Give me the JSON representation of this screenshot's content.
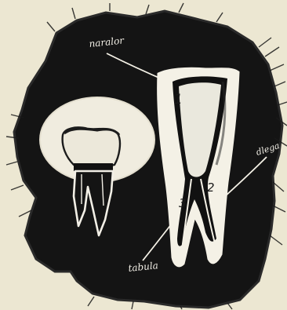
{
  "diagram": {
    "labels": {
      "top": "naralor",
      "right": "dlega",
      "bottom": "tabula"
    },
    "numbers": {
      "one": "1",
      "two": "2",
      "three": "3"
    },
    "colors": {
      "paper": "#ece7d2",
      "ink": "#1c1c1c",
      "tooth_fill": "#f4f1e6"
    }
  }
}
